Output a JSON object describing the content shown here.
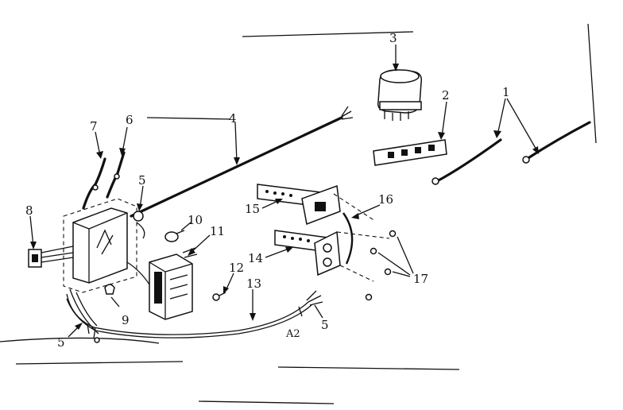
{
  "diagram": {
    "callouts": [
      {
        "id": "c1",
        "text": "1"
      },
      {
        "id": "c2",
        "text": "2"
      },
      {
        "id": "c3",
        "text": "3"
      },
      {
        "id": "c4",
        "text": "4"
      },
      {
        "id": "c5a",
        "text": "5"
      },
      {
        "id": "c5b",
        "text": "5"
      },
      {
        "id": "c5c",
        "text": "5"
      },
      {
        "id": "c6",
        "text": "6"
      },
      {
        "id": "c7",
        "text": "7"
      },
      {
        "id": "c8",
        "text": "8"
      },
      {
        "id": "c9",
        "text": "9"
      },
      {
        "id": "c10",
        "text": "10"
      },
      {
        "id": "c11",
        "text": "11"
      },
      {
        "id": "c12",
        "text": "12"
      },
      {
        "id": "c13",
        "text": "13"
      },
      {
        "id": "c14",
        "text": "14"
      },
      {
        "id": "c15",
        "text": "15"
      },
      {
        "id": "c16",
        "text": "16"
      },
      {
        "id": "c17",
        "text": "17"
      }
    ],
    "drawing_code": "A2"
  }
}
